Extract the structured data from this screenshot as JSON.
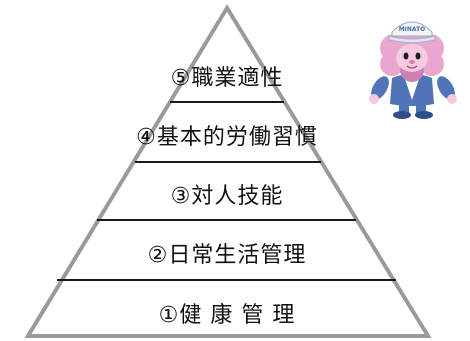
{
  "pyramid": {
    "tiers": [
      {
        "label": "⑤職業適性"
      },
      {
        "label": "④基本的労働習慣"
      },
      {
        "label": "③対人技能"
      },
      {
        "label": "②日常生活管理"
      },
      {
        "label": "①健 康 管 理"
      }
    ],
    "colors": {
      "outline": "#9a9a9a",
      "divider": "#1a1a1a",
      "text": "#111111"
    }
  },
  "mascot": {
    "hat_logo": "MINATO",
    "colors": {
      "hair": "#e9a7cf",
      "hair_shadow": "#d07fb4",
      "face": "#f7c9e0",
      "cap": "#f4f4f4",
      "vest": "#4f74b8",
      "shirt": "#ffffff",
      "shoes": "#2e4f8f"
    }
  }
}
